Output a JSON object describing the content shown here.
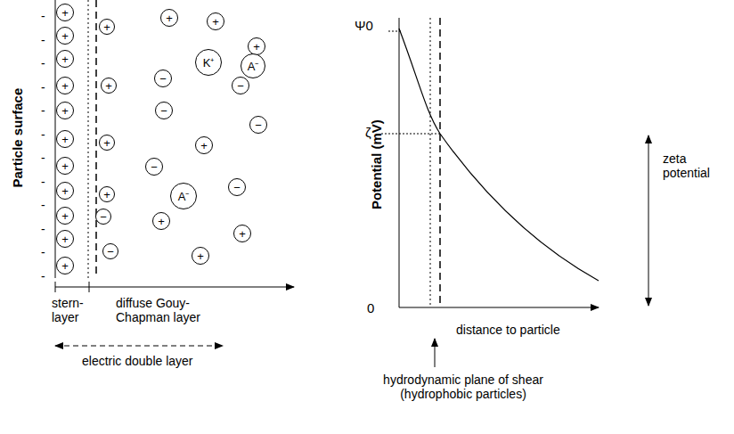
{
  "diagram": {
    "nodes": [
      {
        "text": [
          "+"
        ]
      },
      {
        "text": [
          "+"
        ]
      },
      {
        "text": [
          "+"
        ]
      },
      {
        "text": [
          "+"
        ]
      },
      {
        "text": [
          "+"
        ]
      },
      {
        "text": [
          "+"
        ]
      },
      {
        "text": [
          "+"
        ]
      },
      {
        "text": [
          "+"
        ]
      },
      {
        "text": [
          "+"
        ]
      },
      {
        "text": [
          "+"
        ]
      },
      {
        "text": [
          "+"
        ]
      },
      {
        "text": [
          "+"
        ]
      },
      {
        "text": [
          "+"
        ]
      },
      {
        "text": [
          "+"
        ]
      },
      {
        "text": [
          "+"
        ]
      },
      {
        "text": [
          "K⁺"
        ]
      },
      {
        "text": [
          "A⁻"
        ]
      },
      {
        "text": [
          "−"
        ]
      },
      {
        "text": [
          "+"
        ]
      },
      {
        "text": [
          "−"
        ]
      },
      {
        "text": [
          "−"
        ]
      },
      {
        "text": [
          "−"
        ]
      },
      {
        "text": [
          "+"
        ]
      },
      {
        "text": [
          "+"
        ]
      },
      {
        "text": [
          "−"
        ]
      },
      {
        "text": [
          "+"
        ]
      },
      {
        "text": [
          "A⁻"
        ]
      },
      {
        "text": [
          "−"
        ]
      },
      {
        "text": [
          "−"
        ]
      },
      {
        "text": [
          "+"
        ]
      },
      {
        "text": [
          "+"
        ]
      },
      {
        "text": [
          "−"
        ]
      },
      {
        "text": [
          "+"
        ]
      }
    ],
    "labels": [
      "-",
      "-",
      "-",
      "-",
      "-",
      "-",
      "-",
      "-",
      "-",
      "-",
      "-",
      "-",
      "Particle surface",
      "stern- layer",
      "diffuse Gouy- Chapman layer",
      "electric double layer",
      "Ψ0",
      "Potential (mV)",
      "ζ",
      "0",
      "distance to particle",
      "zeta potential",
      "hydrodynamic plane of shear (hydrophobic particles)"
    ]
  }
}
